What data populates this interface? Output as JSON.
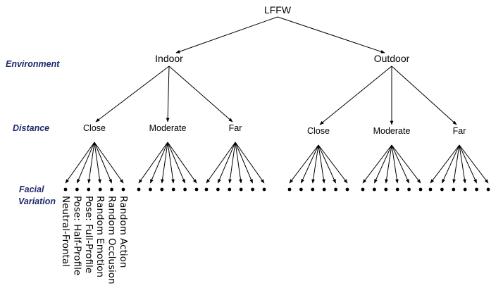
{
  "root": "LFFW",
  "levels": {
    "environment": "Environment",
    "distance": "Distance",
    "facial_line1": "Facial",
    "facial_line2": "Variation"
  },
  "environments": [
    {
      "name": "Indoor",
      "distances": [
        "Close",
        "Moderate",
        "Far"
      ]
    },
    {
      "name": "Outdoor",
      "distances": [
        "Close",
        "Moderate",
        "Far"
      ]
    }
  ],
  "variations": [
    "Neutral-Frontal",
    "Pose: Half-Profile",
    "Pose: Full-Profile",
    "Random Emotion",
    "Random Occlusion",
    "Random Action"
  ]
}
